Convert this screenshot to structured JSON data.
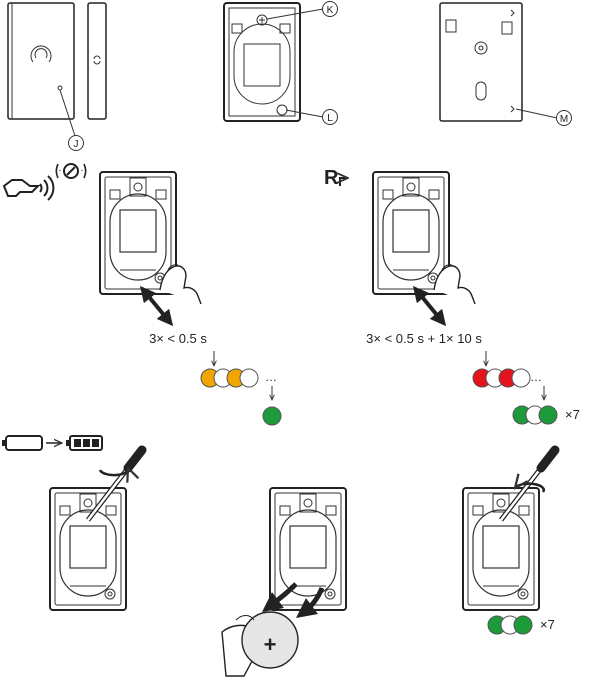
{
  "callouts": {
    "j": "J",
    "k": "K",
    "l": "L",
    "m": "M"
  },
  "reset_symbol": "R",
  "step_pair": {
    "timing_label": "3× < 0.5 s",
    "dots_ellipsis": "…",
    "pattern": [
      "amber",
      "white",
      "amber",
      "white"
    ],
    "confirm": [
      "green"
    ]
  },
  "step_reset": {
    "timing_label": "3× < 0.5 s + 1× 10 s",
    "dots_ellipsis": "…",
    "pattern": [
      "red",
      "white",
      "red",
      "white"
    ],
    "confirm": [
      "green",
      "white",
      "green"
    ],
    "confirm_count": "×7"
  },
  "step_battery": {
    "confirm": [
      "green",
      "white",
      "green"
    ],
    "confirm_count": "×7",
    "plus_sign": "+"
  },
  "colors": {
    "amber": "#f0a500",
    "red": "#e3141d",
    "green": "#1d9a3a",
    "white": "#ffffff",
    "line": "#333333"
  },
  "icons": {
    "pairing": "handshake-wireless-icon",
    "reset": "reset-R-arrow-icon",
    "battery_empty": "battery-empty-icon",
    "battery_full": "battery-full-icon",
    "screwdriver": "screwdriver-icon",
    "finger": "finger-press-icon",
    "hand": "hand-battery-icon"
  }
}
